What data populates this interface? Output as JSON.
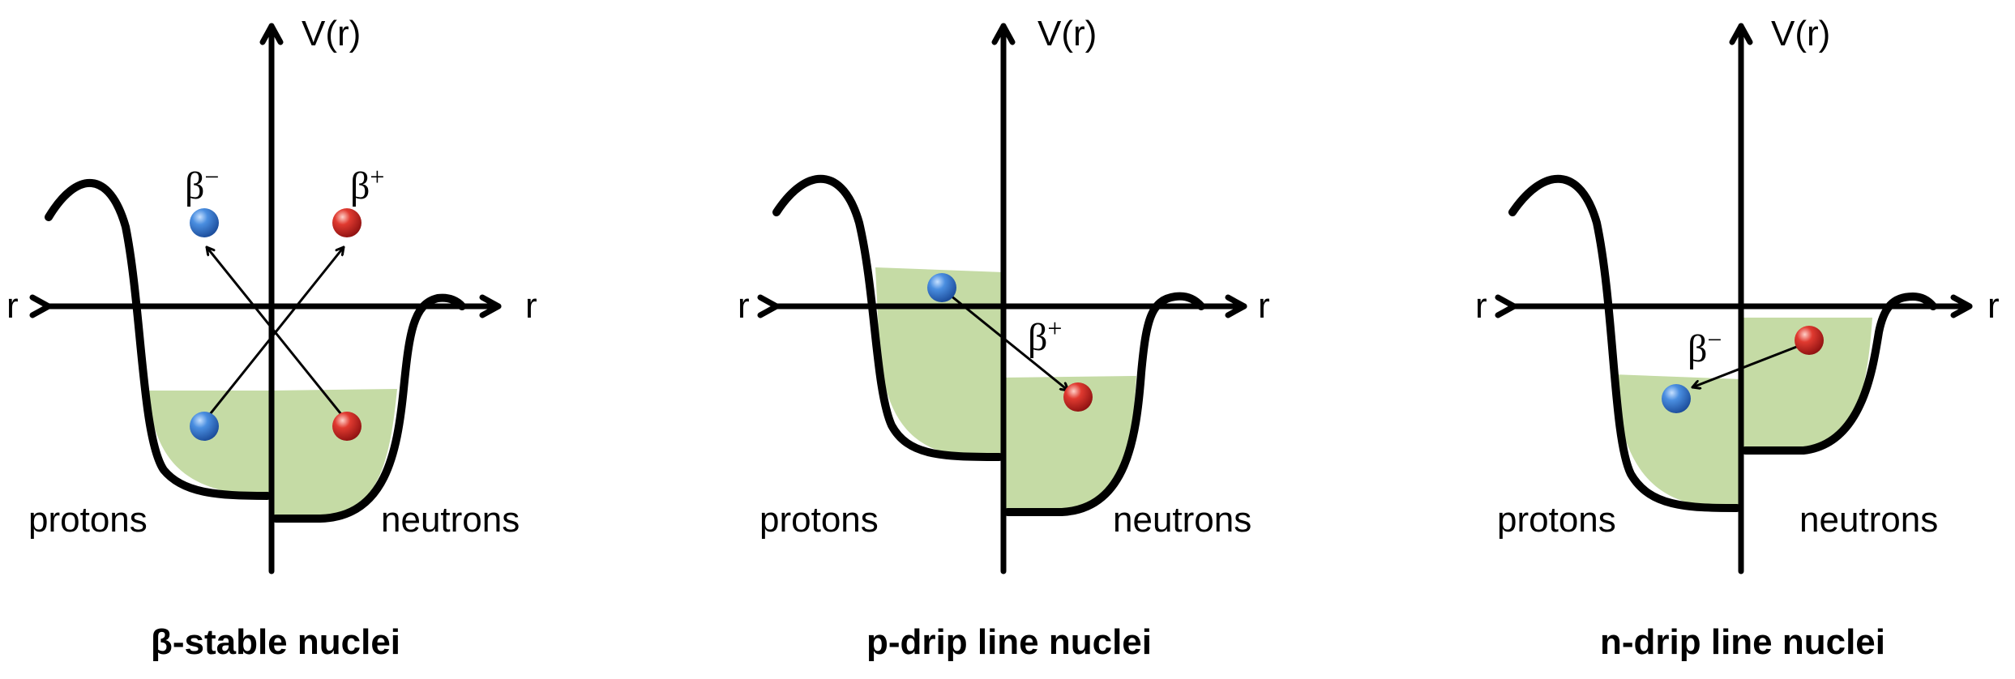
{
  "axis_labels": {
    "vertical": "V(r)",
    "horizontal": "r"
  },
  "side_labels": {
    "left": "protons",
    "right": "neutrons"
  },
  "panels": [
    {
      "caption": "β-stable nuclei",
      "decays": [
        {
          "symbol": "β",
          "sign": "−"
        },
        {
          "symbol": "β",
          "sign": "+"
        }
      ]
    },
    {
      "caption": "p-drip line nuclei",
      "decays": [
        {
          "symbol": "β",
          "sign": "+"
        }
      ]
    },
    {
      "caption": "n-drip line nuclei",
      "decays": [
        {
          "symbol": "β",
          "sign": "−"
        }
      ]
    }
  ],
  "colors": {
    "proton": "#3b7fd0",
    "neutron": "#d83030",
    "filled_levels": "#c5dba5"
  }
}
